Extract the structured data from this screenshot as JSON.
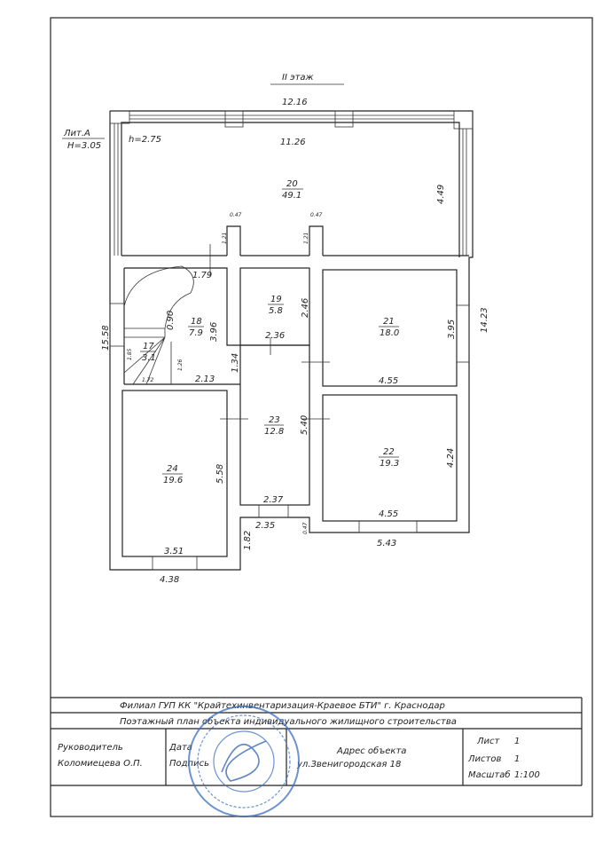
{
  "plan": {
    "floor_title": "II этаж",
    "litera": "Лит.А",
    "height_total": "H=3.05",
    "height_room": "h=2.75",
    "dims": {
      "top_outer": "12.16",
      "top_inner": "11.26",
      "r20_height": "4.49",
      "stub1_w": "0.47",
      "stub2_w": "0.47",
      "stub1_h": "1.21",
      "stub2_h": "1.21",
      "stair_w": "1.79",
      "r19_h": "2.46",
      "stair_gap": "0.90",
      "r18_h": "3.96",
      "r21_h": "3.95",
      "right_total": "14.23",
      "left_total": "15.58",
      "r19_w": "2.36",
      "r17_h": "1.85",
      "r17_side": "1.26",
      "corr_upper": "1.34",
      "r17_w": "1.72",
      "r18_w": "2.13",
      "r21_w": "4.55",
      "r23_h": "5.40",
      "r22_h": "4.24",
      "r24_h": "5.58",
      "r23_w": "2.37",
      "r22_w": "4.55",
      "niche_w": "2.35",
      "niche_d": "0.47",
      "step_h": "1.82",
      "right_bottom": "5.43",
      "r24_w": "3.51",
      "left_bottom": "4.38"
    },
    "rooms": [
      {
        "num": "20",
        "area": "49.1"
      },
      {
        "num": "19",
        "area": "5.8"
      },
      {
        "num": "18",
        "area": "7.9"
      },
      {
        "num": "21",
        "area": "18.0"
      },
      {
        "num": "17",
        "area": "3.1"
      },
      {
        "num": "23",
        "area": "12.8"
      },
      {
        "num": "22",
        "area": "19.3"
      },
      {
        "num": "24",
        "area": "19.6"
      }
    ]
  },
  "title_block": {
    "org": "Филиал ГУП КК \"Крайтехинвентаризация-Краевое БТИ\"   г. Краснодар",
    "doc_title": "Поэтажный план объекта индивидуального жилищного строительства",
    "head_role": "Руководитель",
    "head_name": "Коломиецева О.П.",
    "date_label": "Дата",
    "sign_label": "Подпись",
    "address_label": "Адрес объекта",
    "address": "ул.Звенигородская 18",
    "sheet_label": "Лист",
    "sheet": "1",
    "sheets_label": "Листов",
    "sheets": "1",
    "scale_label": "Масштаб",
    "scale": "1:100"
  },
  "colors": {
    "ink": "#222222",
    "stamp": "#3a6fc4"
  }
}
